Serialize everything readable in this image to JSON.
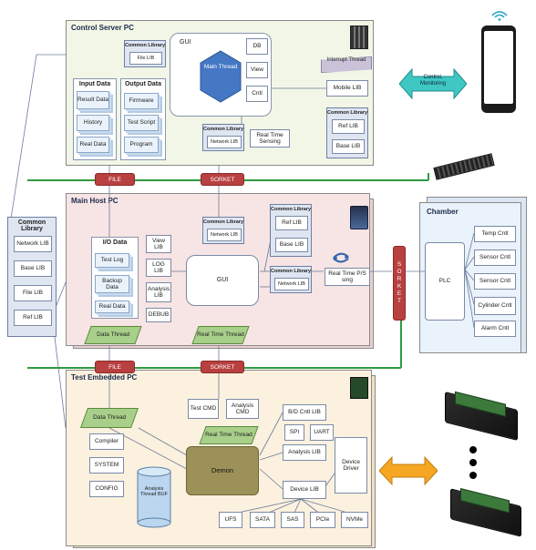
{
  "control_server": {
    "title": "Control Server PC",
    "common_library_title": "Common Library",
    "file_lib": "File LIB",
    "gui_label": "GUI",
    "main_thread": "Main Thread",
    "db": "DB",
    "view": "View",
    "cntl": "Cntl",
    "interrupt_thread": "Interrupt Thread",
    "mobile_lib": "Mobile LIB",
    "input_data_title": "Input Data",
    "input_items": [
      "Result Data",
      "History",
      "Real Data"
    ],
    "output_data_title": "Output Data",
    "output_items": [
      "Firmware",
      "Test Script",
      "Program"
    ],
    "network_lib_title": "Common Library",
    "network_lib": "Network LIB",
    "realtime_sensing": "Real Time Sensing",
    "right_lib_title": "Common Library",
    "ref_lib": "Ref LIB",
    "base_lib": "Base LIB"
  },
  "control_monitoring": "Control, Monitoring",
  "file_label_top": "FILE",
  "sorket_label_top": "SORKET",
  "file_label_bottom": "FILE",
  "sorket_label_bottom": "SORKET",
  "sorket_vertical": "SORKET",
  "common_library_left": {
    "title": "Common Library",
    "items": [
      "Network LIB",
      "Base LIB",
      "File LIB",
      "Ref LIB"
    ]
  },
  "main_host": {
    "title": "Main Host PC",
    "io_title": "I/O Data",
    "io_items": [
      "Test Log",
      "Backup Data",
      "Real Data"
    ],
    "mid_items": [
      "View LIB",
      "LOG LIB",
      "Analysis LIB",
      "DEBUB"
    ],
    "common_lib_title": "Common Library",
    "network_lib": "Network LIB",
    "gui": "GUI",
    "right_lib_title": "Common Library",
    "ref_lib": "Ref LIB",
    "base_lib": "Base LIB",
    "right_lib2_title": "Common Library",
    "network_lib2": "Network LIB",
    "realtime_ps": "Real Time P/S sing",
    "data_thread": "Data Thread",
    "realtime_thread": "Real Time Thread"
  },
  "chamber": {
    "title": "Chamber",
    "plc": "PLC",
    "items": [
      "Temp Cntl",
      "Sensor Cntl",
      "Sensor Cntl",
      "Cylinder Cntl",
      "Alarm Cntl"
    ]
  },
  "test_embedded": {
    "title": "Test Embedded PC",
    "data_thread": "Data Thread",
    "test_cmd": "Test CMD",
    "analysis_cmd": "Analysis CMD",
    "realtime_thread": "Real Time Thread",
    "left_items": [
      "Compiler",
      "SYSTEM",
      "CONFIG"
    ],
    "analysis_buf": "Analysis Thread BUF",
    "demon": "Demon",
    "bd_cntl": "B/D Cntl LIB",
    "spi": "SPI",
    "uart": "UART",
    "analysis_lib": "Analysis LIB",
    "device_driver": "Device Driver",
    "device_lib": "Device LIB",
    "interfaces": [
      "UFS",
      "SATA",
      "SAS",
      "PCIe",
      "NVMe"
    ]
  },
  "colors": {
    "control_bg": "#f1f6e6",
    "host_bg": "#f7e4e4",
    "embedded_bg": "#fbf1de",
    "chamber_bg": "#eaf2fb",
    "green_line": "#2e9a3e",
    "red_label": "#b84040",
    "thread_green": "#a8d08a",
    "demon_olive": "#9c9158"
  }
}
